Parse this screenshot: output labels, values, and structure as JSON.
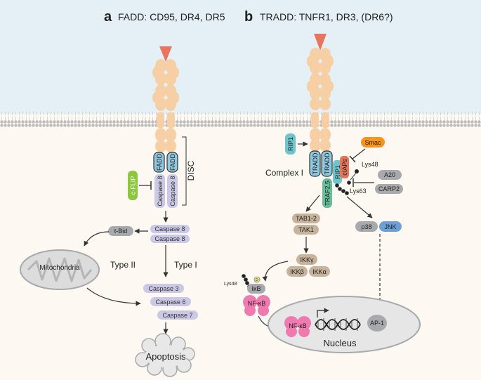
{
  "panel_a": {
    "letter": "a",
    "title": "FADD: CD95, DR4, DR5",
    "disc": "DISC",
    "fadd_1": "FADD",
    "fadd_2": "FADD",
    "casp8_1": "Caspase 8",
    "casp8_2": "Caspase 8",
    "cflip": "c-FLIP",
    "active_casp8_1": "Caspase 8",
    "active_casp8_2": "Caspase 8",
    "tbid": "t-Bid",
    "mitochondria": "Mitochondria",
    "type2": "Type II",
    "type1": "Type I",
    "casp3": "Caspase 3",
    "casp6": "Caspase 6",
    "casp7": "Caspase 7",
    "apoptosis": "Apoptosis"
  },
  "panel_b": {
    "letter": "b",
    "title": "TRADD: TNFR1, DR3, (DR6?)",
    "rip1_free": "RIP1",
    "tradd_1": "TRADD",
    "tradd_2": "TRADD",
    "rip1_bound": "RIP1",
    "ciaps": "cIAPs",
    "traf": "TRAF2,5",
    "complex1": "Complex I",
    "smac": "Smac",
    "lys48": "Lys48",
    "a20": "A20",
    "carp2": "CARP2",
    "lys63": "Lys63",
    "tab12": "TAB1-2",
    "tak1": "TAK1",
    "p38": "p38",
    "jnk": "JNK",
    "ikkg": "IKKγ",
    "ikkb": "IKKβ",
    "ikka": "IKKα",
    "p": "P",
    "lys48_small": "Lys48",
    "ikb": "IκB",
    "nfkb": "NF-κB",
    "nfkb_nucleus": "NF-κB",
    "ap1": "AP-1",
    "nucleus": "Nucleus"
  },
  "colors": {
    "extracellular": "#e4f0f5",
    "cytoplasm": "#fdf8f1",
    "receptor": "#f6cfa4",
    "ligand": "#e8765e",
    "caspase": "#cbc8e6",
    "fadd": "#90c8e0",
    "cflip": "#8dc63f",
    "gray_protein": "#a7a9ac",
    "tab_ikk": "#c7b39b",
    "traf": "#69bd9b",
    "rip1": "#6ec6cc",
    "ciaps": "#e3745c",
    "smac": "#f7941d",
    "jnk": "#6d9fd6",
    "nfkb": "#ef7ab0"
  }
}
